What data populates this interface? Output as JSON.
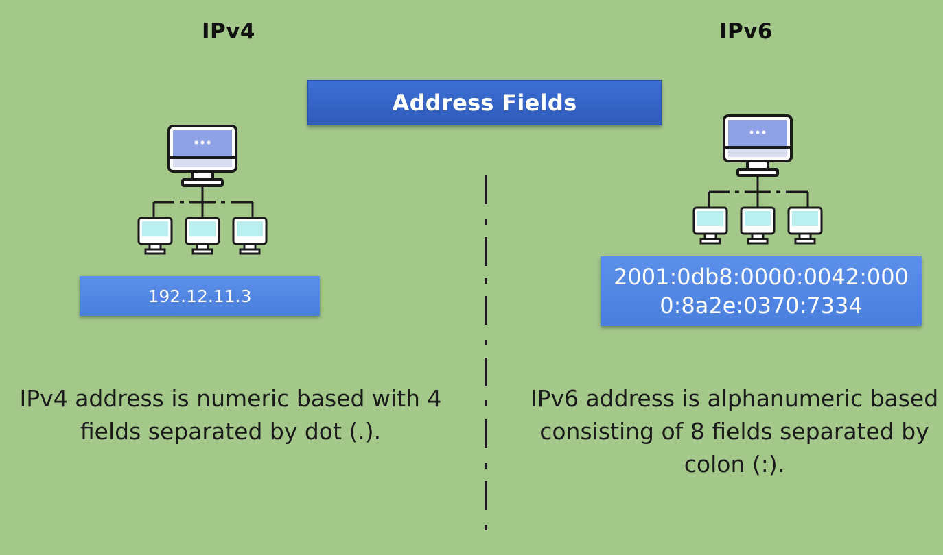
{
  "left": {
    "heading": "IPv4",
    "address": "192.12.11.3",
    "description": "IPv4 address is numeric based with 4 fields separated by dot (.)."
  },
  "right": {
    "heading": "IPv6",
    "address": "2001:0db8:0000:0042:0000:8a2e:0370:7334",
    "description": "IPv6 address is alphanumeric based consisting of 8 fields separated by colon (:)."
  },
  "center": {
    "banner": "Address Fields"
  },
  "icons": {
    "left": "network-computers-icon",
    "right": "network-computers-icon"
  },
  "colors": {
    "background": "#a4c88a",
    "banner": "#3566c9",
    "address_box": "#5288e4"
  }
}
